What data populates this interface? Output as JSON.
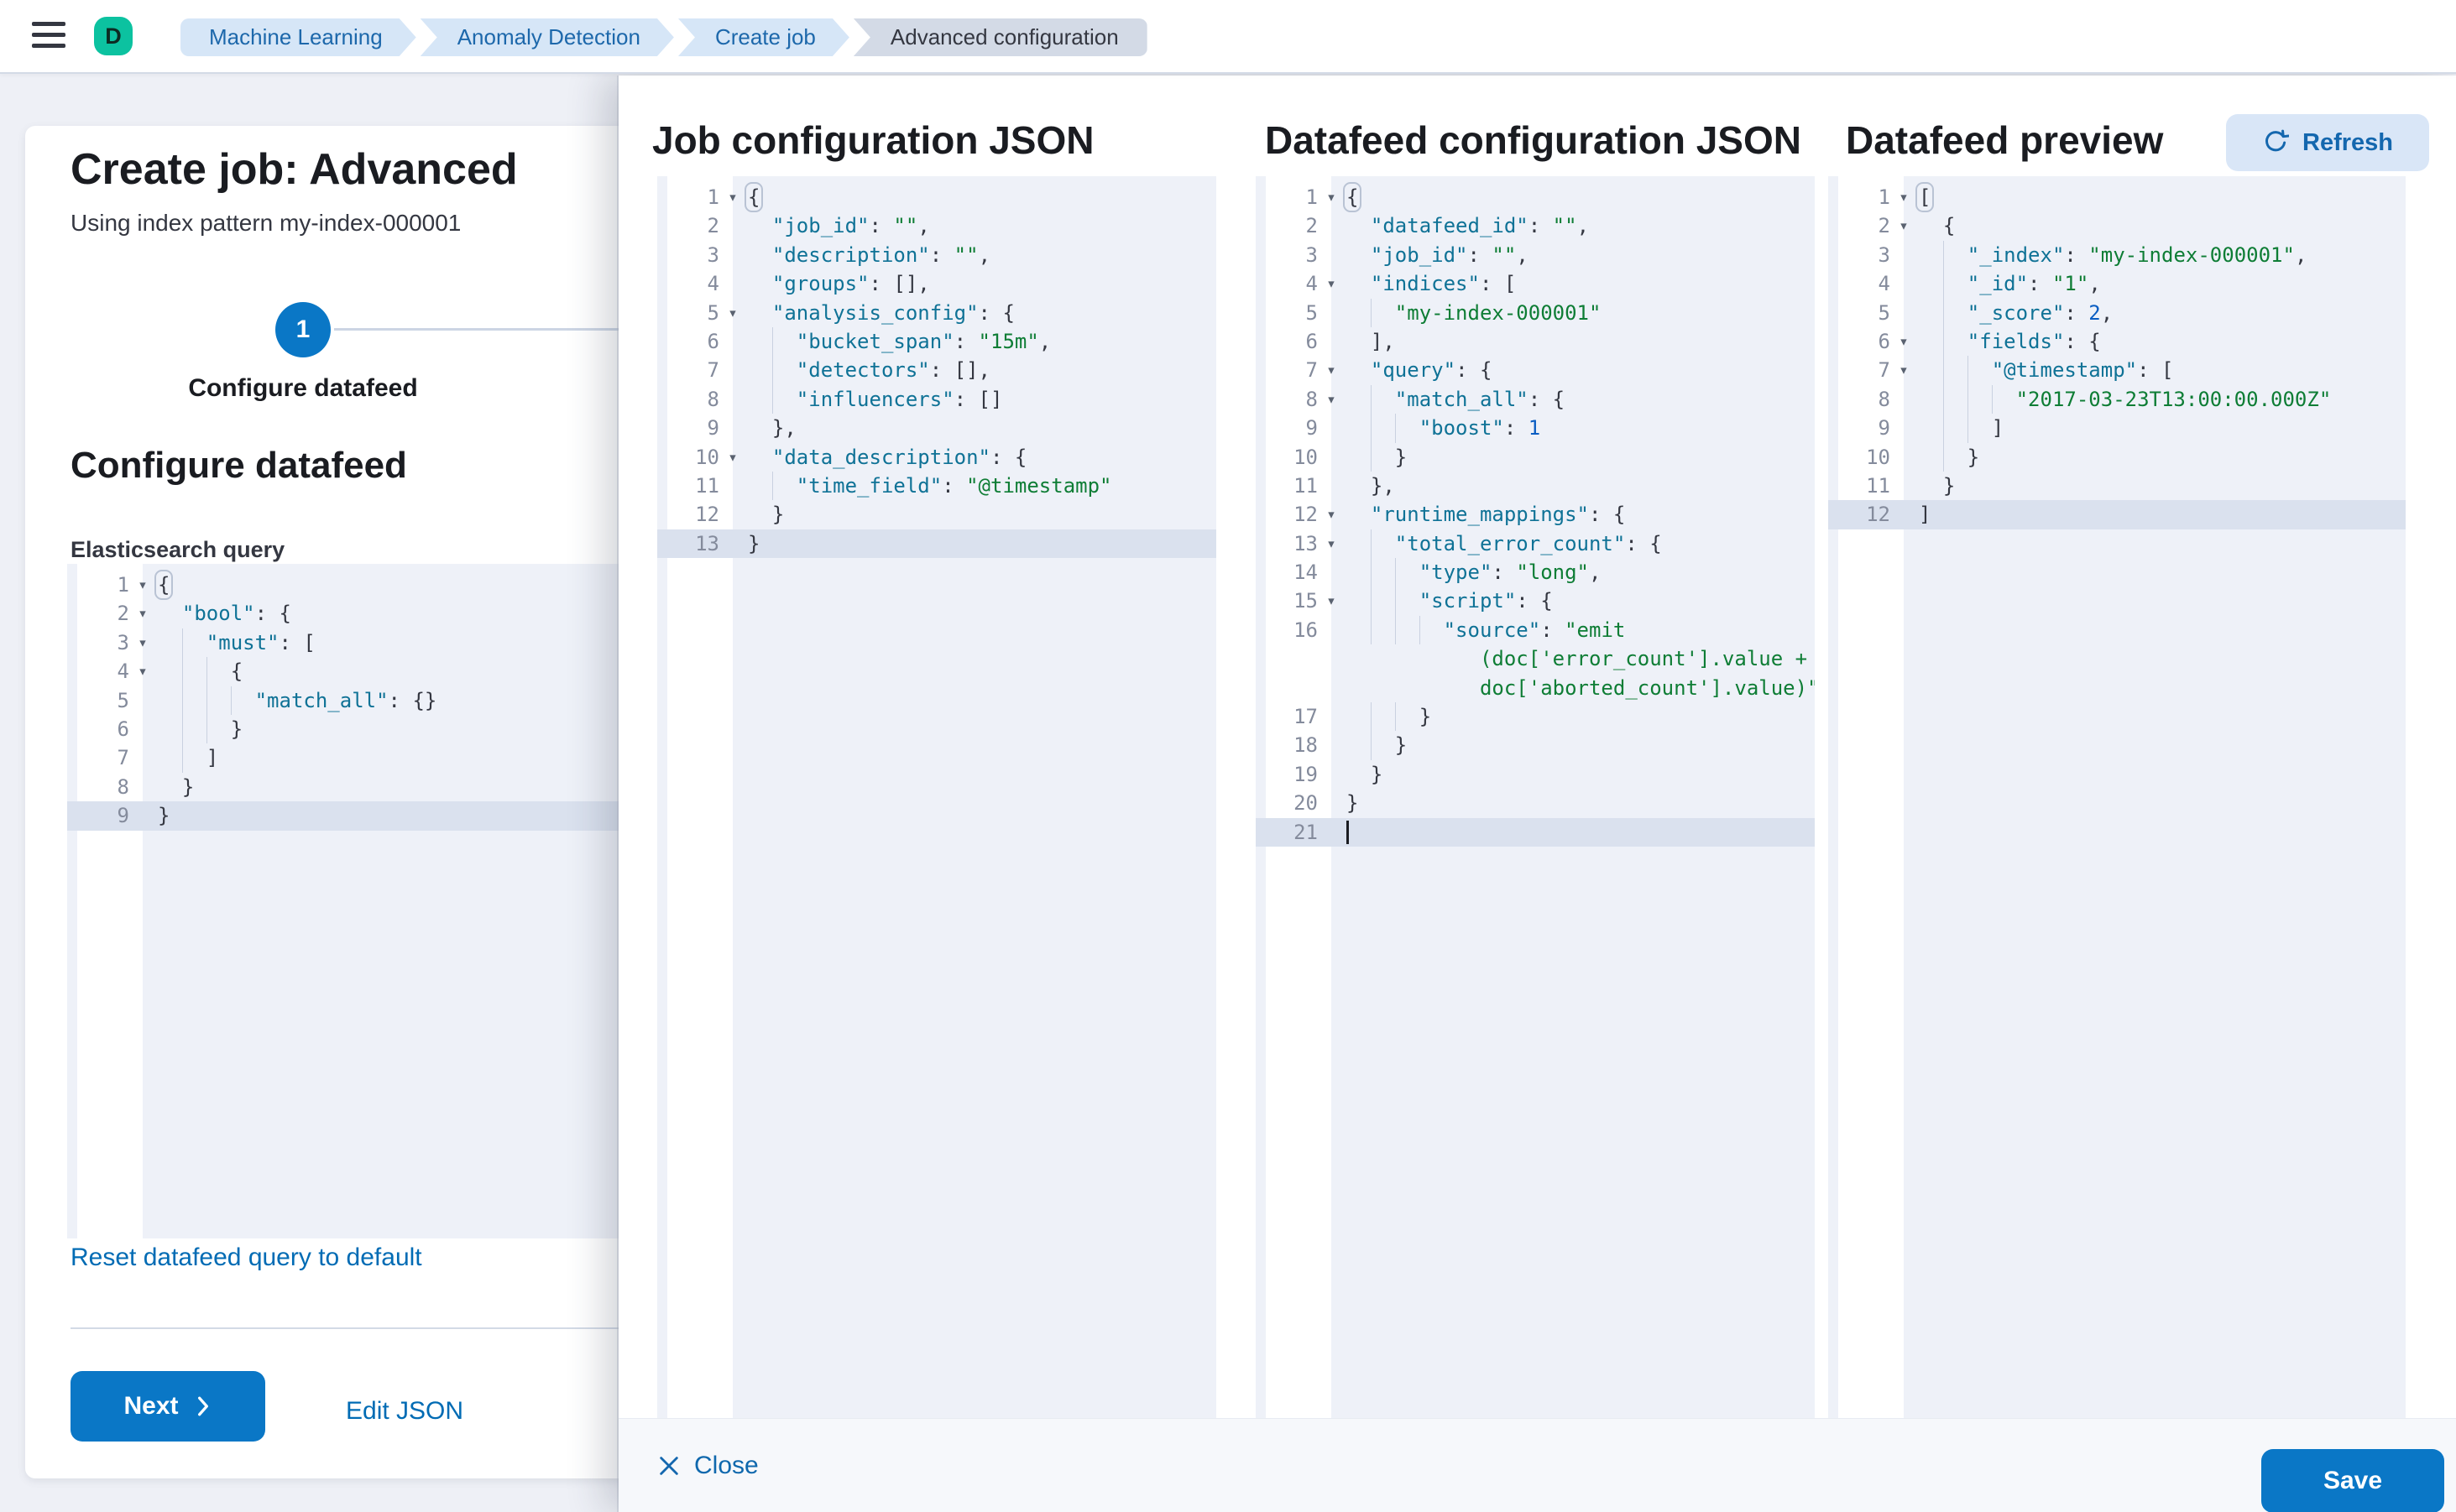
{
  "header": {
    "avatar_initial": "D",
    "breadcrumbs": [
      {
        "label": "Machine Learning",
        "current": false
      },
      {
        "label": "Anomaly Detection",
        "current": false
      },
      {
        "label": "Create job",
        "current": false
      },
      {
        "label": "Advanced configuration",
        "current": true
      }
    ]
  },
  "wizard": {
    "title": "Create job: Advanced",
    "subtitle": "Using index pattern my-index-000001",
    "step_number": "1",
    "step_label": "Configure datafeed",
    "section_heading": "Configure datafeed",
    "reset_link": "Reset datafeed query to default",
    "next_button": "Next",
    "edit_json_link": "Edit JSON"
  },
  "flyout": {
    "job_title": "Job configuration JSON",
    "datafeed_title": "Datafeed configuration JSON",
    "preview_title": "Datafeed preview",
    "refresh_button": "Refresh",
    "close_button": "Close",
    "save_button": "Save"
  },
  "colors": {
    "primary_button": "#0a77c6",
    "link": "#006bb4",
    "avatar": "#0cc2a0",
    "breadcrumb_bg": "#d6e6f7",
    "breadcrumb_current_bg": "#d3dae6",
    "editor_bg": "#eef1f8",
    "active_line_bg": "#dae1ee",
    "json_key": "#0f7296",
    "json_string": "#0e7d35",
    "json_number": "#0a5dc2"
  },
  "editors": {
    "query": {
      "label": "Elasticsearch query",
      "active_line": 9,
      "box_line": 1,
      "folds": [
        1,
        2,
        3,
        4
      ],
      "lines": [
        "{",
        "  \"bool\": {",
        "    \"must\": [",
        "      {",
        "        \"match_all\": {}",
        "      }",
        "    ]",
        "  }",
        "}"
      ]
    },
    "job": {
      "active_line": 13,
      "box_line": 1,
      "folds": [
        1,
        5,
        10
      ],
      "lines": [
        "{",
        "  \"job_id\": \"\",",
        "  \"description\": \"\",",
        "  \"groups\": [],",
        "  \"analysis_config\": {",
        "    \"bucket_span\": \"15m\",",
        "    \"detectors\": [],",
        "    \"influencers\": []",
        "  },",
        "  \"data_description\": {",
        "    \"time_field\": \"@timestamp\"",
        "  }",
        "}"
      ]
    },
    "datafeed": {
      "active_line": 21,
      "caret_line": 21,
      "box_line": 1,
      "folds": [
        1,
        4,
        7,
        8,
        12,
        13,
        15
      ],
      "lines": [
        "{",
        "  \"datafeed_id\": \"\",",
        "  \"job_id\": \"\",",
        "  \"indices\": [",
        "    \"my-index-000001\"",
        "  ],",
        "  \"query\": {",
        "    \"match_all\": {",
        "      \"boost\": 1",
        "    }",
        "  },",
        "  \"runtime_mappings\": {",
        "    \"total_error_count\": {",
        "      \"type\": \"long\",",
        "      \"script\": {",
        "        \"source\": \"emit",
        "      }",
        "    }",
        "  }",
        "}",
        ""
      ],
      "wraps": {
        "16": [
          "           (doc['error_count'].value +",
          "           doc['aborted_count'].value)\""
        ]
      }
    },
    "preview": {
      "active_line": 12,
      "box_line": 1,
      "folds": [
        1,
        2,
        6,
        7
      ],
      "lines": [
        "[",
        "  {",
        "    \"_index\": \"my-index-000001\",",
        "    \"_id\": \"1\",",
        "    \"_score\": 2,",
        "    \"fields\": {",
        "      \"@timestamp\": [",
        "        \"2017-03-23T13:00:00.000Z\"",
        "      ]",
        "    }",
        "  }",
        "]"
      ]
    }
  }
}
